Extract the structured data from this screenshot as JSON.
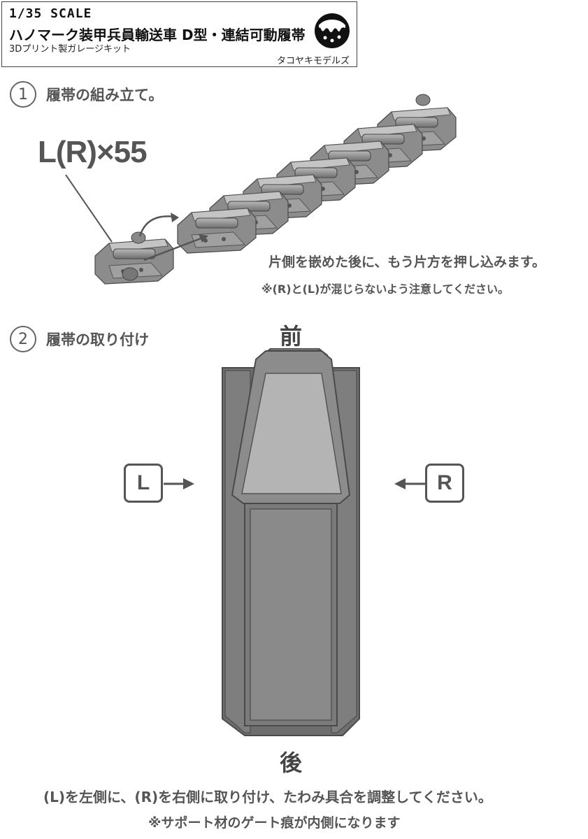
{
  "header": {
    "scale": "1/35 SCALE",
    "title": "ハノマーク装甲兵員輸送車 D型・連結可動履帯",
    "subtitle": "3Dプリント製ガレージキット",
    "maker": "タコヤキモデルズ"
  },
  "step1": {
    "number": "1",
    "title": "履帯の組み立て。",
    "count": "L(R)×55",
    "note": "片側を嵌めた後に、もう片方を押し込みます。",
    "caution": "※(R)と(L)が混じらないよう注意してください。"
  },
  "step2": {
    "number": "2",
    "title": "履帯の取り付け",
    "front": "前",
    "rear": "後",
    "left_label": "L",
    "right_label": "R",
    "note": "(L)を左側に、(R)を右側に取り付け、たわみ具合を調整してください。",
    "caution": "※サポート材のゲート痕が内側になります"
  },
  "colors": {
    "text": "#555555",
    "hull_dark": "#6e6e6e",
    "hull_mid": "#8a8a8a",
    "hull_light": "#b4b4b4",
    "track": "#9a9a9a"
  }
}
